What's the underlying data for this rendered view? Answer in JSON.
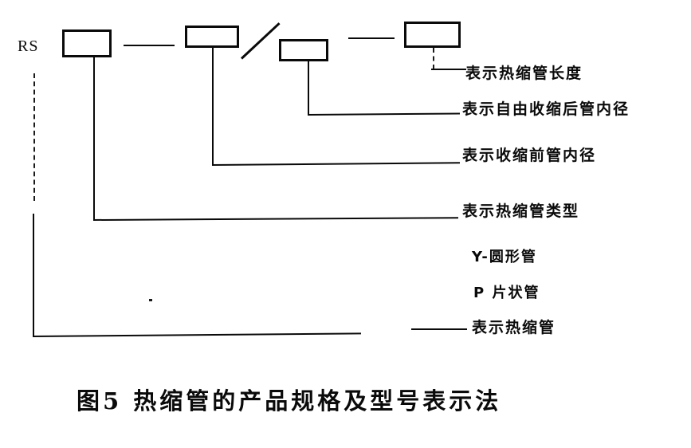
{
  "figure": {
    "prefix_label": "RS",
    "caption": "图5  热缩管的产品规格及型号表示法",
    "separator_slash": "/",
    "boxes": [
      {
        "id": "box-type",
        "value": ""
      },
      {
        "id": "box-inner-dia-pre",
        "value": ""
      },
      {
        "id": "box-inner-dia-post",
        "value": ""
      },
      {
        "id": "box-length",
        "value": ""
      }
    ],
    "annotations": [
      {
        "id": "anno-length",
        "text": "表示热缩管长度"
      },
      {
        "id": "anno-dia-after",
        "text": "表示自由收缩后管内径"
      },
      {
        "id": "anno-dia-before",
        "text": "表示收缩前管内径"
      },
      {
        "id": "anno-tube-type",
        "text": "表示热缩管类型"
      },
      {
        "id": "anno-tube",
        "text": "表示热缩管"
      }
    ],
    "type_legend": [
      {
        "id": "type-round",
        "text": "Y-圆形管"
      },
      {
        "id": "type-flat",
        "text": "P 片状管"
      }
    ],
    "colors": {
      "ink": "#0a0a0a",
      "paper": "#ffffff"
    }
  }
}
